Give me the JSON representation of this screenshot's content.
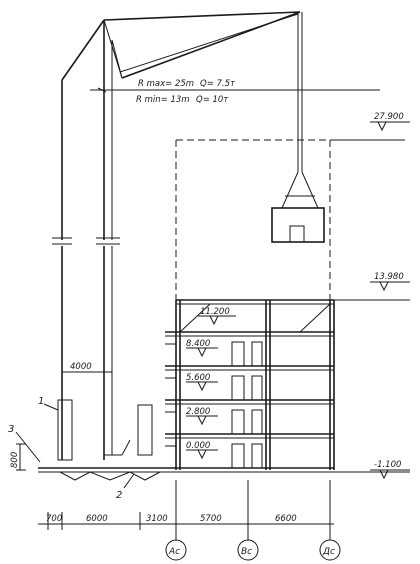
{
  "crane": {
    "reach_max": "R max= 25m",
    "load_max": "Q= 7.5т",
    "reach_min": "R min= 13m",
    "load_min": "Q= 10т",
    "offset": "4000"
  },
  "levels": {
    "top_limit": "27.900",
    "building_top": "13.980",
    "floor_5": "11.200",
    "floor_4": "8.400",
    "floor_3": "5.600",
    "floor_2": "2.800",
    "floor_1": "0.000",
    "ground": "-1.100"
  },
  "callouts": {
    "c1": "1",
    "c2": "2",
    "c3": "3"
  },
  "left_dim": "800",
  "bottom_dims": [
    "700",
    "6000",
    "3100",
    "5700",
    "6600"
  ],
  "axes": [
    "Аc",
    "Вc",
    "Дc"
  ]
}
